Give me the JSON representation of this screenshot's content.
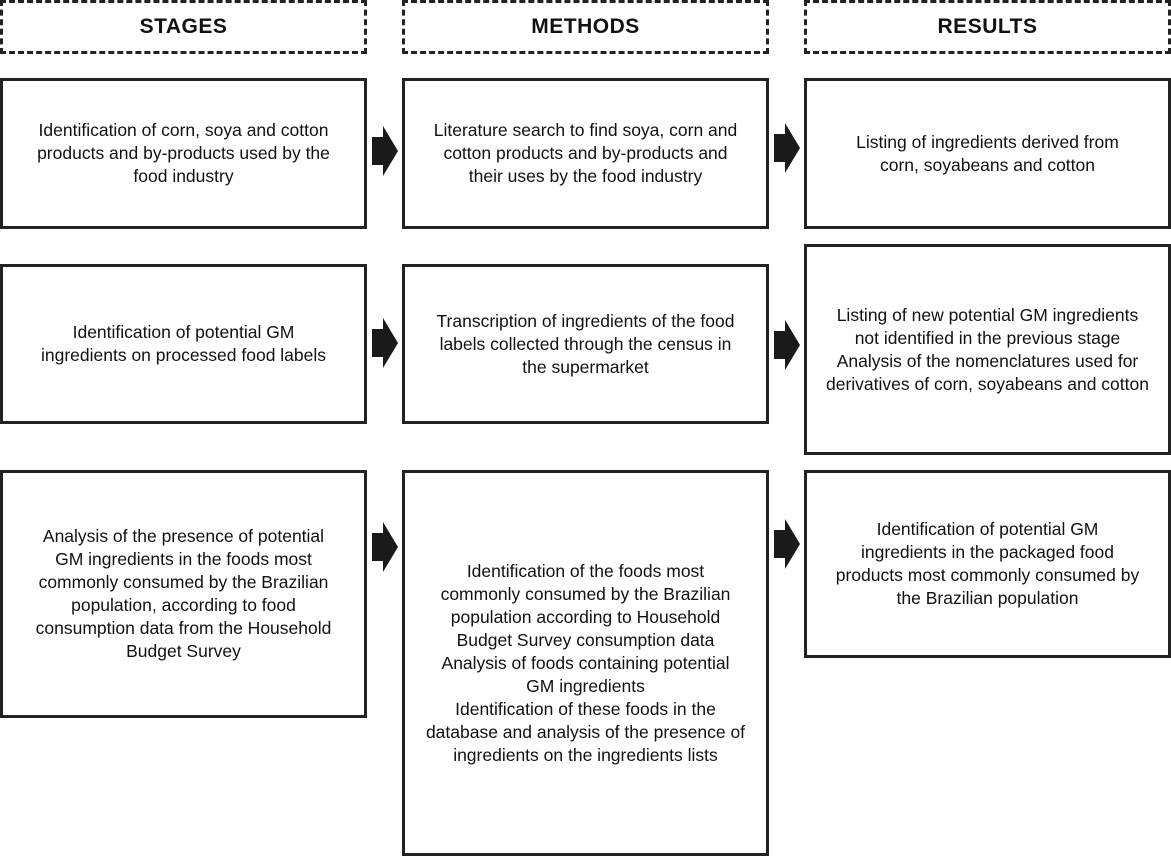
{
  "headers": {
    "stages": "STAGES",
    "methods": "METHODS",
    "results": "RESULTS"
  },
  "rows": [
    {
      "stage": [
        "Identification of corn, soya and cotton",
        "products and by-products used by the",
        "food industry"
      ],
      "method": [
        "Literature search to find soya, corn and",
        "cotton products and by-products and",
        "their uses by the food industry"
      ],
      "result": [
        "Listing of ingredients derived from",
        "corn, soyabeans and cotton"
      ]
    },
    {
      "stage": [
        "Identification of potential GM",
        "ingredients on processed food labels"
      ],
      "method": [
        "Transcription of ingredients of the food",
        "labels collected through the census in",
        "the supermarket"
      ],
      "result": [
        "Listing of new potential GM ingredients",
        "not identified in the previous stage",
        "Analysis of the nomenclatures used for",
        "derivatives of corn, soyabeans and cotton"
      ]
    },
    {
      "stage": [
        "Analysis of the presence of potential",
        "GM ingredients in the foods most",
        "commonly consumed by the Brazilian",
        "population, according to food",
        "consumption data from the Household",
        "Budget Survey"
      ],
      "method": [
        "Identification of the foods most",
        "commonly consumed by the Brazilian",
        "population according to Household",
        "Budget Survey consumption data",
        "Analysis of foods containing potential",
        "GM ingredients",
        "Identification of these foods in the",
        "database and analysis of the presence of",
        "ingredients on the ingredients lists"
      ],
      "result": [
        "Identification of potential GM",
        "ingredients in the packaged food",
        "products most commonly consumed by",
        "the Brazilian population"
      ]
    }
  ]
}
